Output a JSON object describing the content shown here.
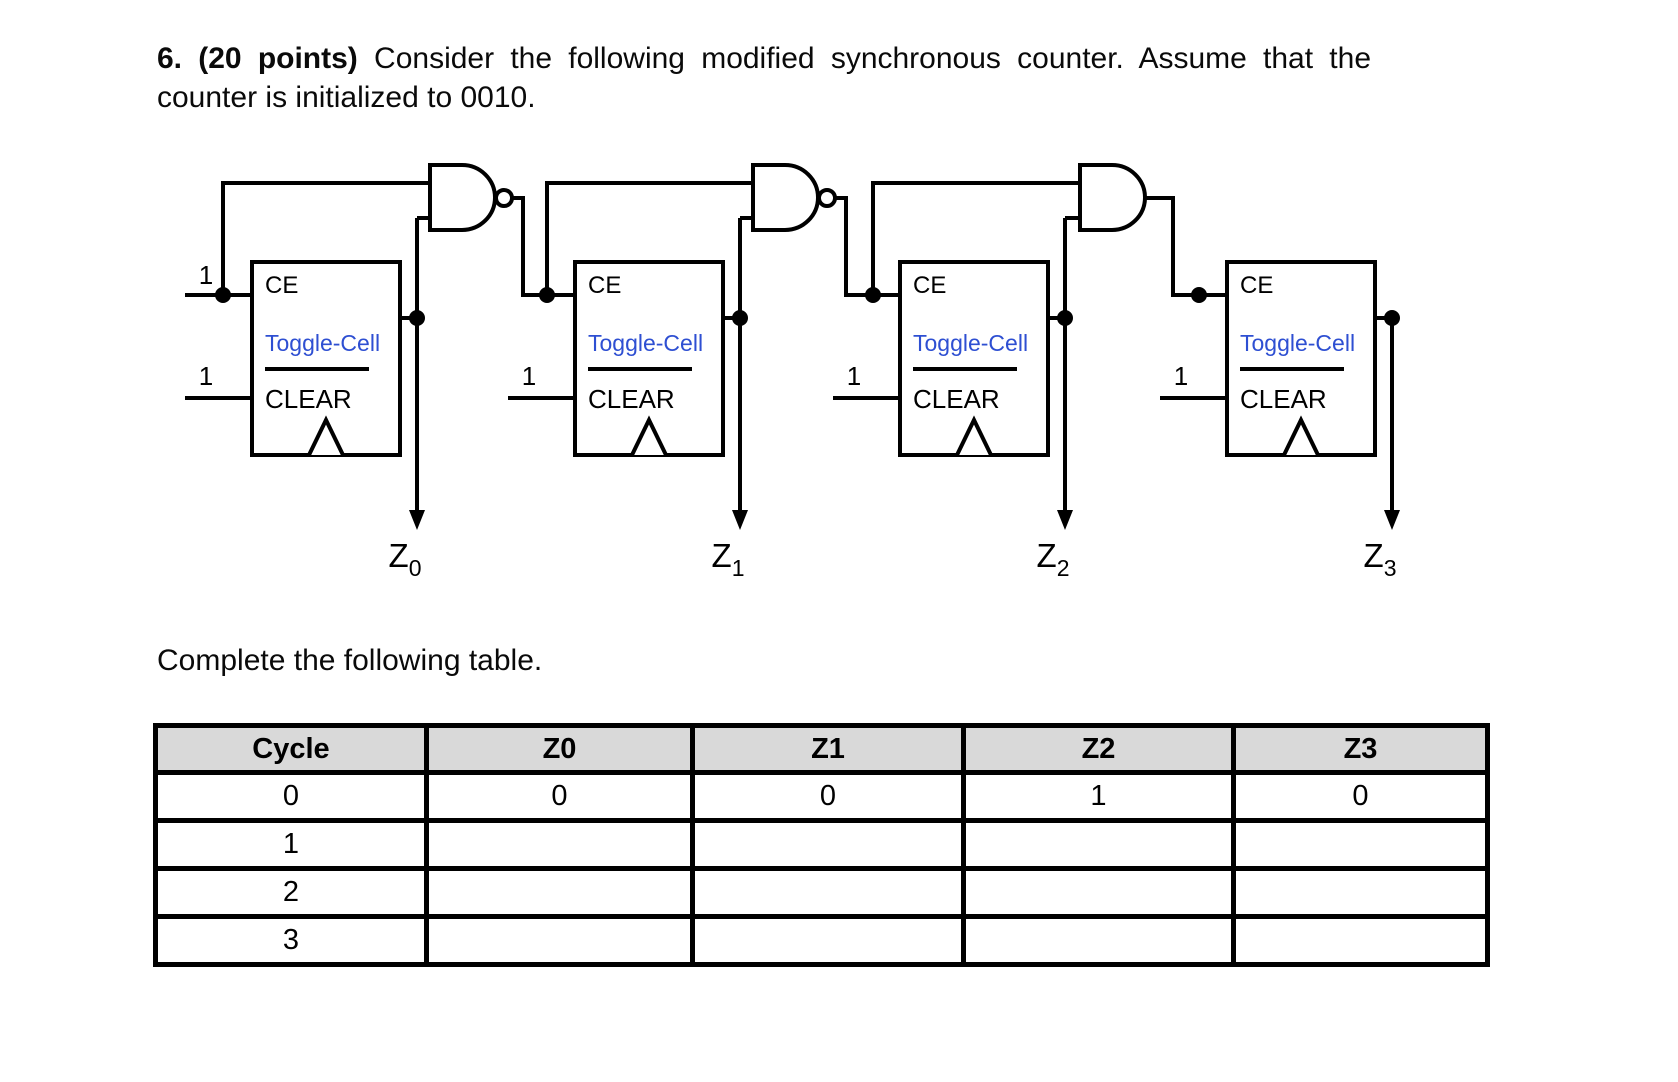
{
  "problem": {
    "number_and_points": "6. (20 points)",
    "statement": " Consider the following modified synchronous counter. Assume that the counter is initialized to 0010.",
    "table_caption": "Complete the following table."
  },
  "circuit": {
    "ce_label": "CE",
    "cell_type_label": "Toggle-Cell",
    "clear_label": "CLEAR",
    "const_one": "1",
    "gates": [
      "NAND",
      "NAND",
      "AND"
    ],
    "outputs": [
      {
        "base": "Z",
        "sub": "0"
      },
      {
        "base": "Z",
        "sub": "1"
      },
      {
        "base": "Z",
        "sub": "2"
      },
      {
        "base": "Z",
        "sub": "3"
      }
    ],
    "colors": {
      "cell_type_text": "#2e4fd2",
      "wire": "#000000"
    }
  },
  "table": {
    "headers": [
      "Cycle",
      "Z0",
      "Z1",
      "Z2",
      "Z3"
    ],
    "header_bg": "#d9d9d9",
    "rows": [
      {
        "cells": [
          "0",
          "0",
          "0",
          "1",
          "0"
        ]
      },
      {
        "cells": [
          "1",
          "",
          "",
          "",
          ""
        ]
      },
      {
        "cells": [
          "2",
          "",
          "",
          "",
          ""
        ]
      },
      {
        "cells": [
          "3",
          "",
          "",
          "",
          ""
        ]
      }
    ]
  }
}
